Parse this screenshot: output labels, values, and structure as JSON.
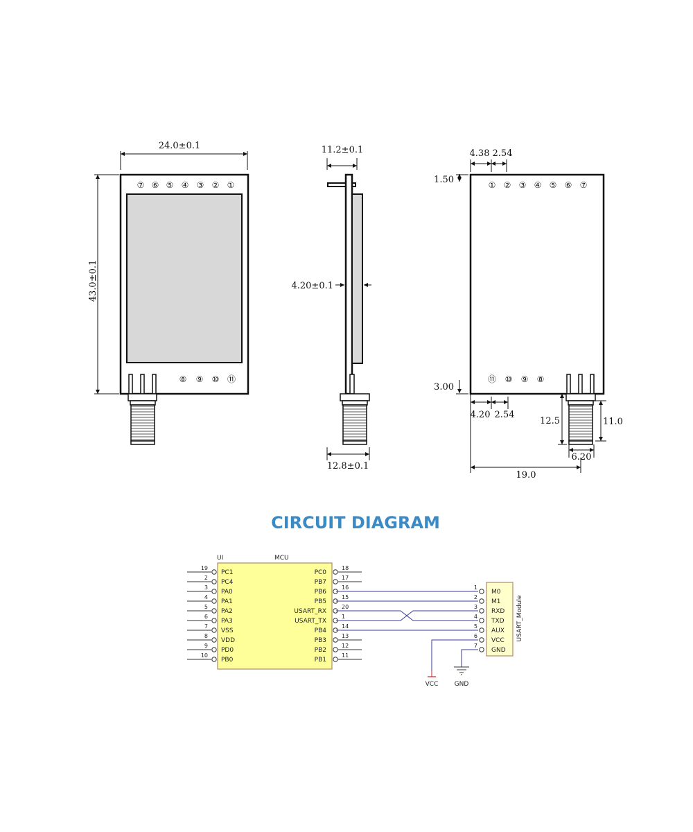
{
  "colors": {
    "title": "#3a8ac6",
    "mcu_fill": "#ffff99",
    "module_fill": "#ffffcc",
    "outline": "#b08a6a",
    "wire": "#3b3b9a",
    "vcc": "#cc2222",
    "shield_fill": "#d8d8d8"
  },
  "front_view": {
    "width_dim": "24.0±0.1",
    "height_dim": "43.0±0.1",
    "top_pins": [
      "⑦",
      "⑥",
      "⑤",
      "④",
      "③",
      "②",
      "①"
    ],
    "bottom_pins": [
      "⑧",
      "⑨",
      "⑩",
      "⑪"
    ]
  },
  "side_view": {
    "top_dim": "11.2±0.1",
    "thickness_dim": "4.20±0.1",
    "bottom_dim": "12.8±0.1"
  },
  "back_view": {
    "dim_pin_offset": "4.38",
    "dim_pin_pitch_top": "2.54",
    "dim_top_margin": "1.50",
    "dim_bottom_margin": "3.00",
    "dim_bottom_offset": "4.20",
    "dim_pin_pitch_bottom": "2.54",
    "dim_antenna_total": "12.5",
    "dim_antenna_thread": "11.0",
    "dim_antenna_width": "6.20",
    "dim_antenna_pos": "19.0",
    "top_pins": [
      "①",
      "②",
      "③",
      "④",
      "⑤",
      "⑥",
      "⑦"
    ],
    "bottom_pins": [
      "⑪",
      "⑩",
      "⑨",
      "⑧"
    ]
  },
  "circuit": {
    "title": "CIRCUIT DIAGRAM",
    "mcu_ref": "UI",
    "mcu_label": "MCU",
    "mcu_left_pins": [
      {
        "num": "19",
        "name": "PC1"
      },
      {
        "num": "2",
        "name": "PC4"
      },
      {
        "num": "3",
        "name": "PA0"
      },
      {
        "num": "4",
        "name": "PA1"
      },
      {
        "num": "5",
        "name": "PA2"
      },
      {
        "num": "6",
        "name": "PA3"
      },
      {
        "num": "7",
        "name": "VSS"
      },
      {
        "num": "8",
        "name": "VDD"
      },
      {
        "num": "9",
        "name": "PD0"
      },
      {
        "num": "10",
        "name": "PB0"
      }
    ],
    "mcu_right_pins": [
      {
        "num": "18",
        "name": "PC0"
      },
      {
        "num": "17",
        "name": "PB7"
      },
      {
        "num": "16",
        "name": "PB6"
      },
      {
        "num": "15",
        "name": "PB5"
      },
      {
        "num": "20",
        "name": "USART_RX"
      },
      {
        "num": "1",
        "name": "USART_TX"
      },
      {
        "num": "14",
        "name": "PB4"
      },
      {
        "num": "13",
        "name": "PB3"
      },
      {
        "num": "12",
        "name": "PB2"
      },
      {
        "num": "11",
        "name": "PB1"
      }
    ],
    "module_label": "USART_Module",
    "module_pins": [
      {
        "num": "1",
        "name": "M0"
      },
      {
        "num": "2",
        "name": "M1"
      },
      {
        "num": "3",
        "name": "RXD"
      },
      {
        "num": "4",
        "name": "TXD"
      },
      {
        "num": "5",
        "name": "AUX"
      },
      {
        "num": "6",
        "name": "VCC"
      },
      {
        "num": "7",
        "name": "GND"
      }
    ],
    "vcc_label": "VCC",
    "gnd_label": "GND"
  }
}
